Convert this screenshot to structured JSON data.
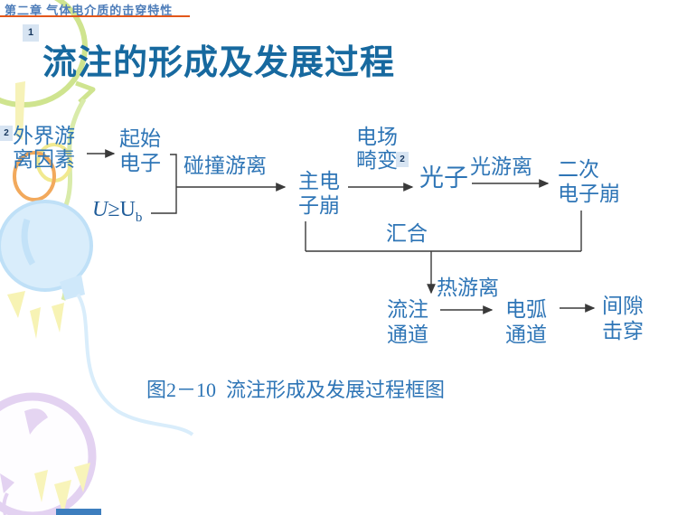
{
  "header": {
    "chapter": "第二章 气体电介质的击穿特性"
  },
  "badges": {
    "b1": "1",
    "b2a": "2",
    "b2b": "2"
  },
  "title": "流注的形成及发展过程",
  "diagram": {
    "external": {
      "line1": "外界游",
      "line2": "离因素"
    },
    "initial": {
      "line1": "起始",
      "line2": "电子"
    },
    "condition": {
      "u_italic": "U",
      "operator": "≥",
      "u_upright": "U",
      "sub": "b"
    },
    "collision": "碰撞游离",
    "main_avalanche": {
      "line1": "主电",
      "line2": "子崩"
    },
    "field_distortion": {
      "line1": "电场",
      "line2": "畸变"
    },
    "photon": "光子",
    "photo_ionization": "光游离",
    "secondary_avalanche": {
      "line1": "二次",
      "line2": "电子崩"
    },
    "converge": "汇合",
    "thermal": "热游离",
    "streamer_channel": {
      "line1": "流注",
      "line2": "通道"
    },
    "arc_channel": {
      "line1": "电弧",
      "line2": "通道"
    },
    "gap_breakdown": {
      "line1": "间隙",
      "line2": "击穿"
    }
  },
  "caption": "图2－10  流注形成及发展过程框图",
  "colors": {
    "diagram_text": "#2E75B6",
    "title_text": "#17699F",
    "header_text": "#4E7DB9",
    "header_underline": "#E2571B",
    "connector": "#3A3A3A",
    "badge_bg": "#D7E4F2",
    "badge_text": "#17375E"
  },
  "decorations": [
    "green-balloon",
    "yellow-balloon",
    "orange-balloon",
    "blue-balloon",
    "purple-balloon",
    "sparkle-rays"
  ]
}
